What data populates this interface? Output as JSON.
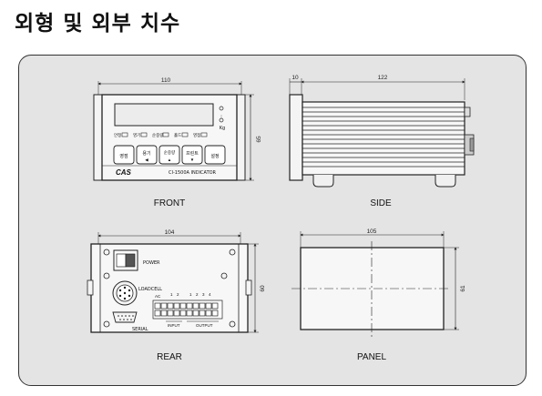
{
  "page": {
    "title": "외형 및 외부 치수"
  },
  "views": {
    "front": {
      "label": "FRONT",
      "width_dim": "110",
      "height_dim": "65",
      "indicators": [
        "안정",
        "영기",
        "순중량",
        "홀드",
        "영점"
      ],
      "unit": "Kg",
      "buttons": [
        "영점",
        "용기",
        "순중량",
        "프린트",
        "설정"
      ],
      "brand": "CAS",
      "model": "CI-1500A INDICATOR"
    },
    "side": {
      "label": "SIDE",
      "depth_front_dim": "10",
      "depth_dim": "122"
    },
    "rear": {
      "label": "REAR",
      "width_dim": "104",
      "height_dim": "60",
      "power_label": "POWER",
      "loadcell_label": "LOADCELL",
      "serial_label": "SERIAL",
      "input_label": "INPUT",
      "output_label": "OUTPUT",
      "ac_label": "AC"
    },
    "panel": {
      "label": "PANEL",
      "width_dim": "105",
      "height_dim": "61"
    }
  }
}
